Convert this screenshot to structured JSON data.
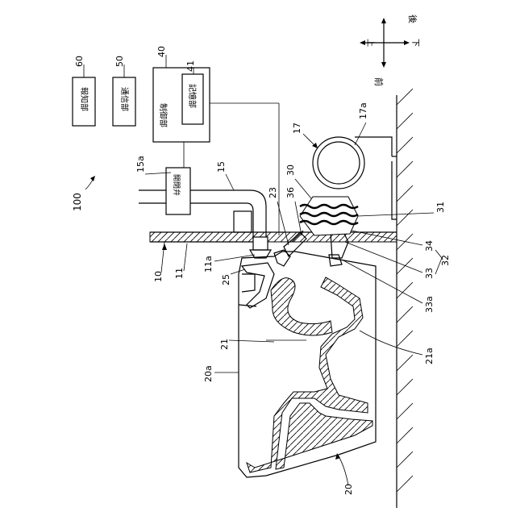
{
  "figure_number": "100",
  "blocks": {
    "notification": "報知部",
    "communication": "通信部",
    "control": "制御部",
    "storage": "記憶部",
    "valve": "開閉弁"
  },
  "directions": {
    "up": "上",
    "down": "下",
    "front": "前",
    "back": "後"
  },
  "labels": {
    "l10": "10",
    "l11": "11",
    "l11a": "11a",
    "l15": "15",
    "l15a": "15a",
    "l17": "17",
    "l17a": "17a",
    "l20": "20",
    "l20a": "20a",
    "l21": "21",
    "l21a": "21a",
    "l23": "23",
    "l25": "25",
    "l30": "30",
    "l31": "31",
    "l32": "32",
    "l33": "33",
    "l33a": "33a",
    "l34": "34",
    "l36": "36",
    "l40": "40",
    "l41": "41",
    "l50": "50",
    "l60": "60"
  }
}
